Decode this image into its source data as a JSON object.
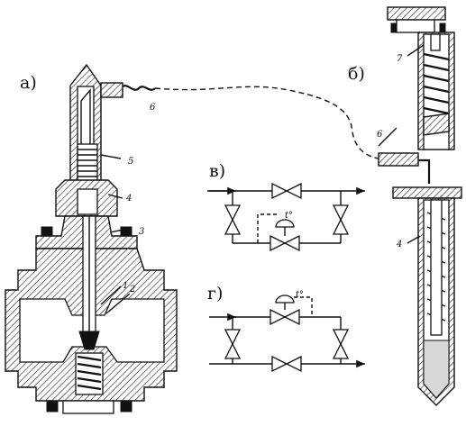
{
  "figure": {
    "panel_labels": {
      "a": "а)",
      "b": "б)",
      "v": "в)",
      "g": "г)"
    },
    "part_labels": {
      "p1": "1",
      "p2": "2",
      "p3": "3",
      "p4": "4",
      "p5": "5",
      "p6": "6",
      "p6b": "6",
      "p4b": "4",
      "p7": "7"
    },
    "temperature_labels": {
      "v": "t°",
      "g": "t°"
    }
  }
}
